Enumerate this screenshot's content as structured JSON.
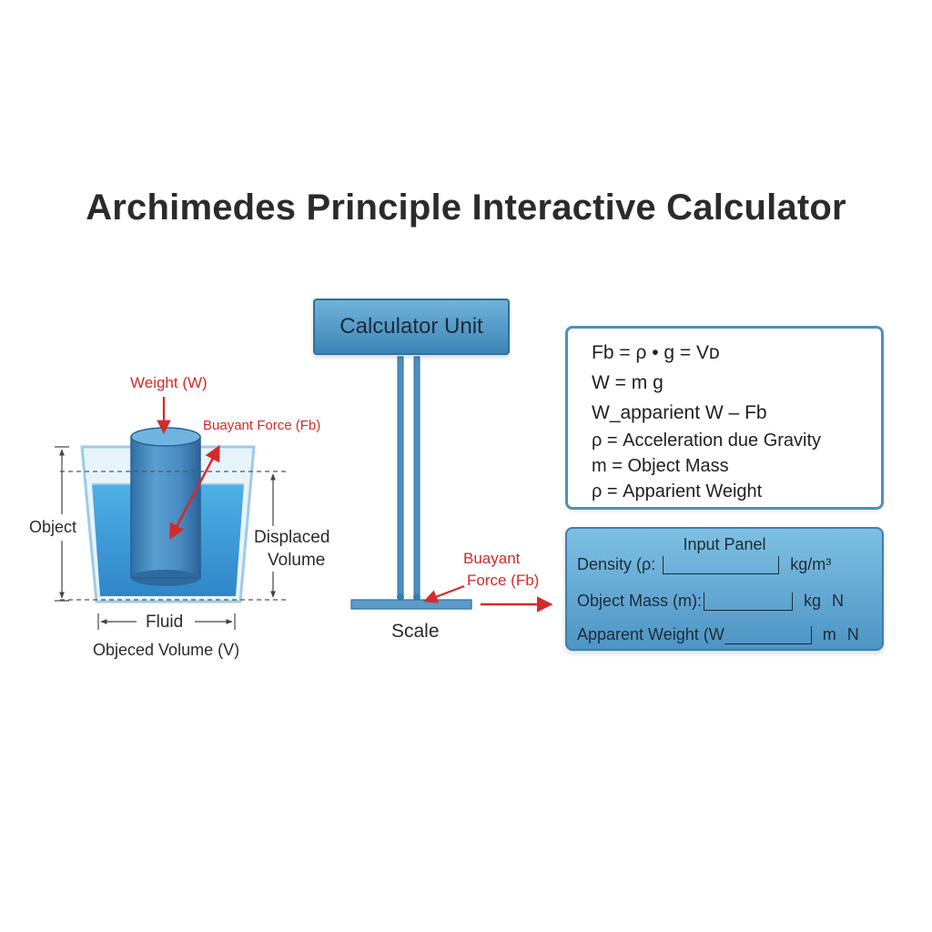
{
  "title": "Archimedes Principle Interactive Calculator",
  "diagram": {
    "weight_label": "Weight (W)",
    "buoyant_label": "Buayant Force (Fb)",
    "object_label": "Object",
    "displaced_label_1": "Displaced",
    "displaced_label_2": "Volume",
    "fluid_label": "Fluid",
    "objected_volume_label": "Objeced Volume (V)"
  },
  "calculator": {
    "header": "Calculator Unit",
    "scale_label": "Scale",
    "buoyant_label_1": "Buayant",
    "buoyant_label_2": "Force (Fb)"
  },
  "formulas": [
    "Fb = ρ • g = Vᴅ",
    "W = m g",
    "W_apparient W – Fb",
    "ρ = Acceleration due Gravity",
    "m = Object Mass",
    "ρ = Apparient Weight"
  ],
  "input_panel": {
    "title": "Input Panel",
    "density": {
      "label": "Density (ρ:",
      "value": "",
      "unit": "kg/m³"
    },
    "mass": {
      "label": "Object Mass (m):",
      "value": "",
      "unit1": "kg",
      "unit2": "N"
    },
    "apparent": {
      "label": "Apparent Weight (W",
      "value": "",
      "unit1": "m",
      "unit2": "N"
    }
  },
  "colors": {
    "accent_blue": "#4f8fbe",
    "fluid_blue": "#3a9ad9",
    "arrow_red": "#d42a2a"
  }
}
